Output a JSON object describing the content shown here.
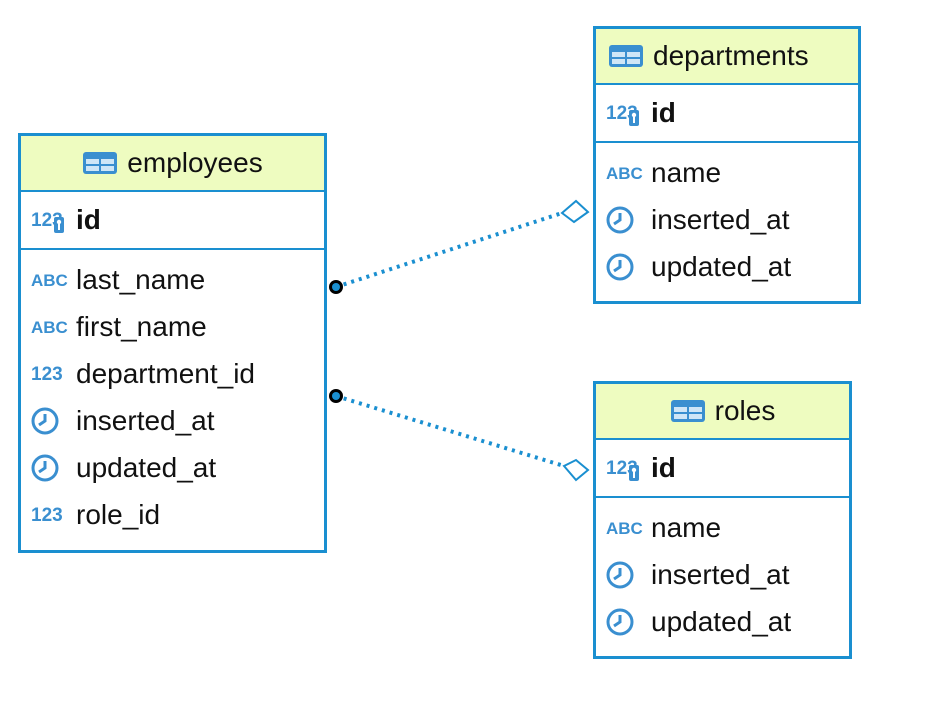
{
  "colors": {
    "border": "#1a8fd0",
    "header_bg": "#eefcc0",
    "icon": "#3a8fd0",
    "connector": "#1a8fd0"
  },
  "entities": {
    "employees": {
      "title": "employees",
      "primary_key": {
        "name": "id",
        "type_icon": "numeric-key-icon"
      },
      "columns": [
        {
          "name": "last_name",
          "type_icon": "text-abc-icon"
        },
        {
          "name": "first_name",
          "type_icon": "text-abc-icon"
        },
        {
          "name": "department_id",
          "type_icon": "numeric-123-icon"
        },
        {
          "name": "inserted_at",
          "type_icon": "clock-icon"
        },
        {
          "name": "updated_at",
          "type_icon": "clock-icon"
        },
        {
          "name": "role_id",
          "type_icon": "numeric-123-icon"
        }
      ]
    },
    "departments": {
      "title": "departments",
      "primary_key": {
        "name": "id",
        "type_icon": "numeric-key-icon"
      },
      "columns": [
        {
          "name": "name",
          "type_icon": "text-abc-icon"
        },
        {
          "name": "inserted_at",
          "type_icon": "clock-icon"
        },
        {
          "name": "updated_at",
          "type_icon": "clock-icon"
        }
      ]
    },
    "roles": {
      "title": "roles",
      "primary_key": {
        "name": "id",
        "type_icon": "numeric-key-icon"
      },
      "columns": [
        {
          "name": "name",
          "type_icon": "text-abc-icon"
        },
        {
          "name": "inserted_at",
          "type_icon": "clock-icon"
        },
        {
          "name": "updated_at",
          "type_icon": "clock-icon"
        }
      ]
    }
  },
  "relationships": [
    {
      "from": "employees",
      "to": "departments",
      "line_style": "dotted",
      "from_end": "filled-dot",
      "to_end": "hollow-diamond"
    },
    {
      "from": "employees",
      "to": "roles",
      "line_style": "dotted",
      "from_end": "filled-dot",
      "to_end": "hollow-diamond"
    }
  ]
}
